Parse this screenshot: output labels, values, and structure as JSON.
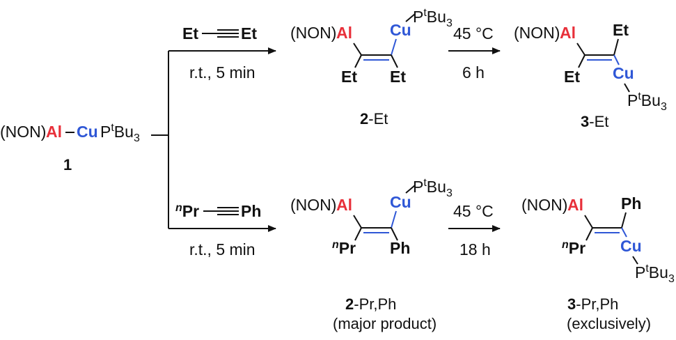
{
  "colors": {
    "aluminium": "#e8303a",
    "copper": "#2f57d6",
    "ink": "#111111"
  },
  "reactant": {
    "prefix": "(NON)",
    "al": "Al",
    "cu": "Cu",
    "ligand_p": "P",
    "ligand_t": "t",
    "ligand_bu": "Bu",
    "ligand_3": "3",
    "number": "1"
  },
  "top_route": {
    "alkyne_left": "Et",
    "alkyne_right": "Et",
    "conditions": "r.t., 5 min",
    "intermediate": {
      "prefix": "(NON)",
      "al": "Al",
      "cu": "Cu",
      "sub_left": "Et",
      "sub_right": "Et",
      "label_num": "2",
      "label_suffix": "-Et"
    },
    "heat_temp": "45 °C",
    "heat_time": "6 h",
    "product": {
      "prefix": "(NON)",
      "al": "Al",
      "cu": "Cu",
      "sub_top": "Et",
      "sub_left": "Et",
      "label_num": "3",
      "label_suffix": "-Et"
    }
  },
  "bottom_route": {
    "alkyne_left_sup": "n",
    "alkyne_left": "Pr",
    "alkyne_right": "Ph",
    "conditions": "r.t., 5 min",
    "intermediate": {
      "prefix": "(NON)",
      "al": "Al",
      "cu": "Cu",
      "sub_left_sup": "n",
      "sub_left": "Pr",
      "sub_right": "Ph",
      "label_num": "2",
      "label_suffix": "-Pr,Ph",
      "note": "(major product)"
    },
    "heat_temp": "45 °C",
    "heat_time": "18 h",
    "product": {
      "prefix": "(NON)",
      "al": "Al",
      "cu": "Cu",
      "sub_top": "Ph",
      "sub_left_sup": "n",
      "sub_left": "Pr",
      "label_num": "3",
      "label_suffix": "-Pr,Ph",
      "note": "(exclusively)"
    }
  }
}
